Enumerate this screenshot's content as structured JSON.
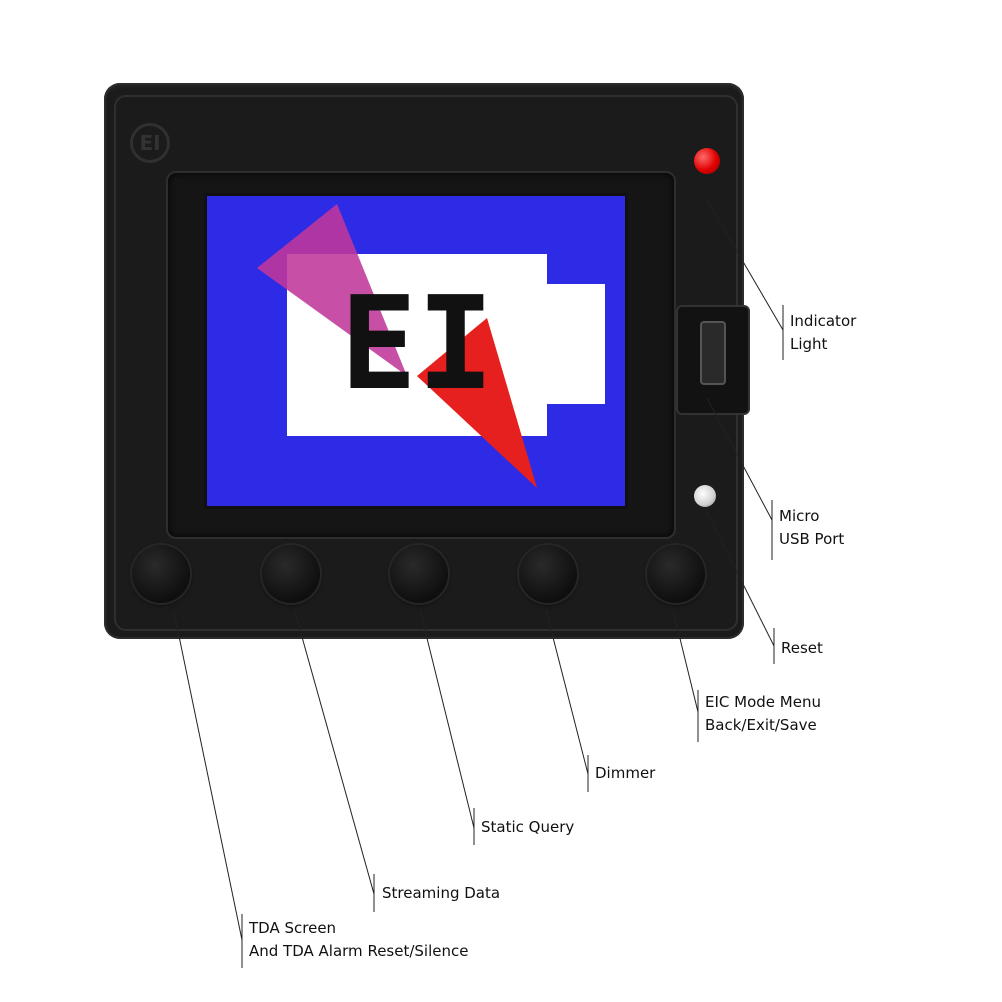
{
  "device": {
    "brand_mark": "EI",
    "screen_logo": "EI",
    "colors": {
      "body": "#1b1b1b",
      "screen_background": "#2e2be6",
      "logo_panel": "#ffffff",
      "triangle_red": "#e61f1f",
      "triangle_magenta": "#c0379a",
      "indicator": "#e00000"
    }
  },
  "callouts": {
    "indicator_light": [
      "Indicator",
      "Light"
    ],
    "micro_usb_port": [
      "Micro",
      "USB Port"
    ],
    "reset": [
      "Reset"
    ],
    "eic_mode_menu": [
      "EIC Mode Menu",
      "Back/Exit/Save"
    ],
    "dimmer": [
      "Dimmer"
    ],
    "static_query": [
      "Static Query"
    ],
    "streaming_data": [
      "Streaming Data"
    ],
    "tda_screen": [
      "TDA Screen",
      "And TDA Alarm Reset/Silence"
    ]
  }
}
